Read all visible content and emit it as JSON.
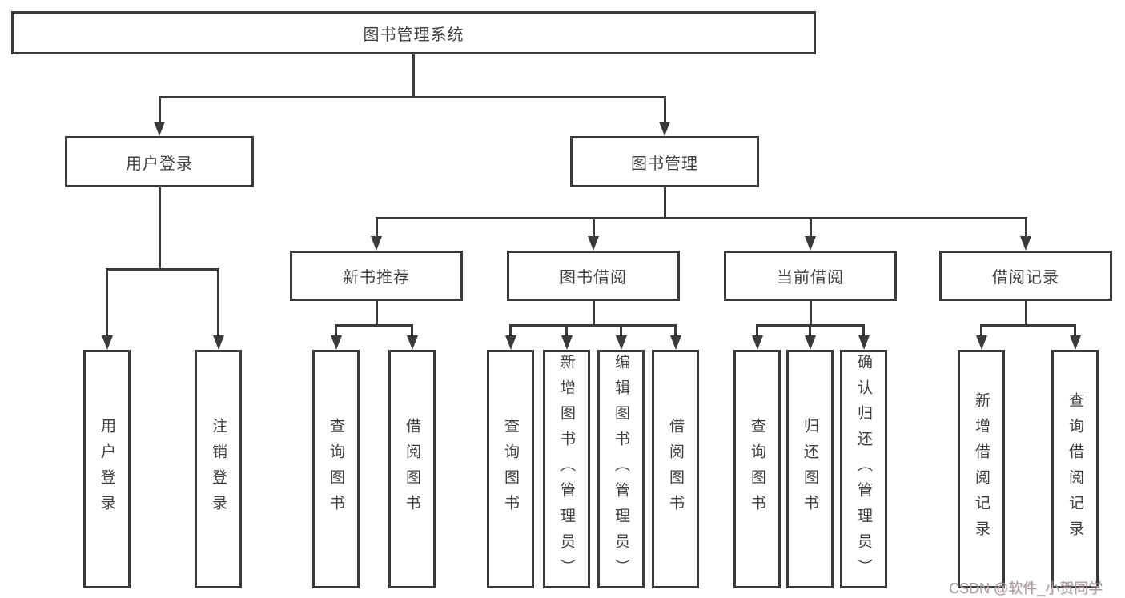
{
  "nodes": {
    "root": "图书管理系统",
    "level2": [
      "用户登录",
      "图书管理"
    ],
    "level3": [
      "新书推荐",
      "图书借阅",
      "当前借阅",
      "借阅记录"
    ],
    "leaves_login": [
      "用户登录",
      "注销登录"
    ],
    "leaves_recommend": [
      "查询图书",
      "借阅图书"
    ],
    "leaves_borrow": [
      "查询图书",
      "新增图书（管理员）",
      "编辑图书（管理员）",
      "借阅图书"
    ],
    "leaves_current": [
      "查询图书",
      "归还图书",
      "确认归还（管理员）"
    ],
    "leaves_records": [
      "新增借阅记录",
      "查询借阅记录"
    ]
  },
  "watermark": "CSDN @软件_小贺同学",
  "colors": {
    "line": "#3a3a3a",
    "text": "#3f3f3f",
    "watermark": "#9c9c9c",
    "background": "#ffffff"
  }
}
